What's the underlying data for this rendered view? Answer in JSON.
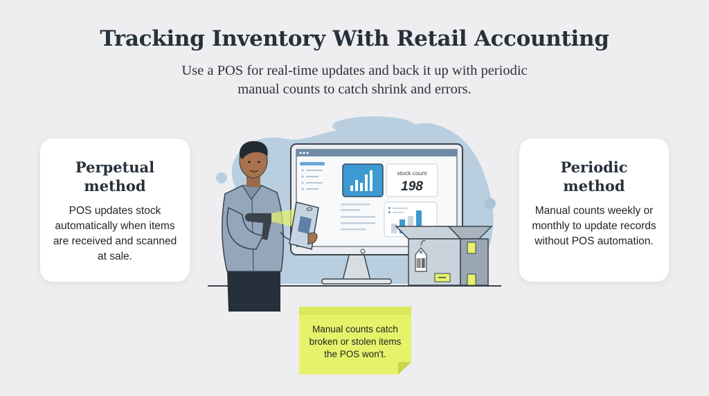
{
  "header": {
    "title": "Tracking Inventory With Retail Accounting",
    "subtitle_line1": "Use a POS for real-time updates and back it up with periodic",
    "subtitle_line2": "manual counts to catch shrink and errors."
  },
  "cards": [
    {
      "title": "Perpetual method",
      "body": "POS updates stock automatically when items are received and scanned at sale."
    },
    {
      "title": "Periodic method",
      "body": "Manual counts weekly or monthly to update records without POS automation."
    }
  ],
  "illustration": {
    "screen": {
      "stock_label": "stock count",
      "stock_value": "198"
    },
    "icons": [
      "person-with-scanner-icon",
      "barcode-scanner-icon",
      "product-package-icon",
      "monitor-icon",
      "bar-chart-icon",
      "cardboard-box-icon",
      "barcode-tag-icon"
    ]
  },
  "sticky_note": {
    "text_line1": "Manual counts catch",
    "text_line2": "broken or stolen items",
    "text_line3": "the POS won't."
  },
  "colors": {
    "background": "#eeeef0",
    "title": "#27313b",
    "blob": "#b9cfe0",
    "accent_blue": "#3d9ad1",
    "sticky": "#e6f26a",
    "highlight_yellow": "#e8f26a"
  }
}
